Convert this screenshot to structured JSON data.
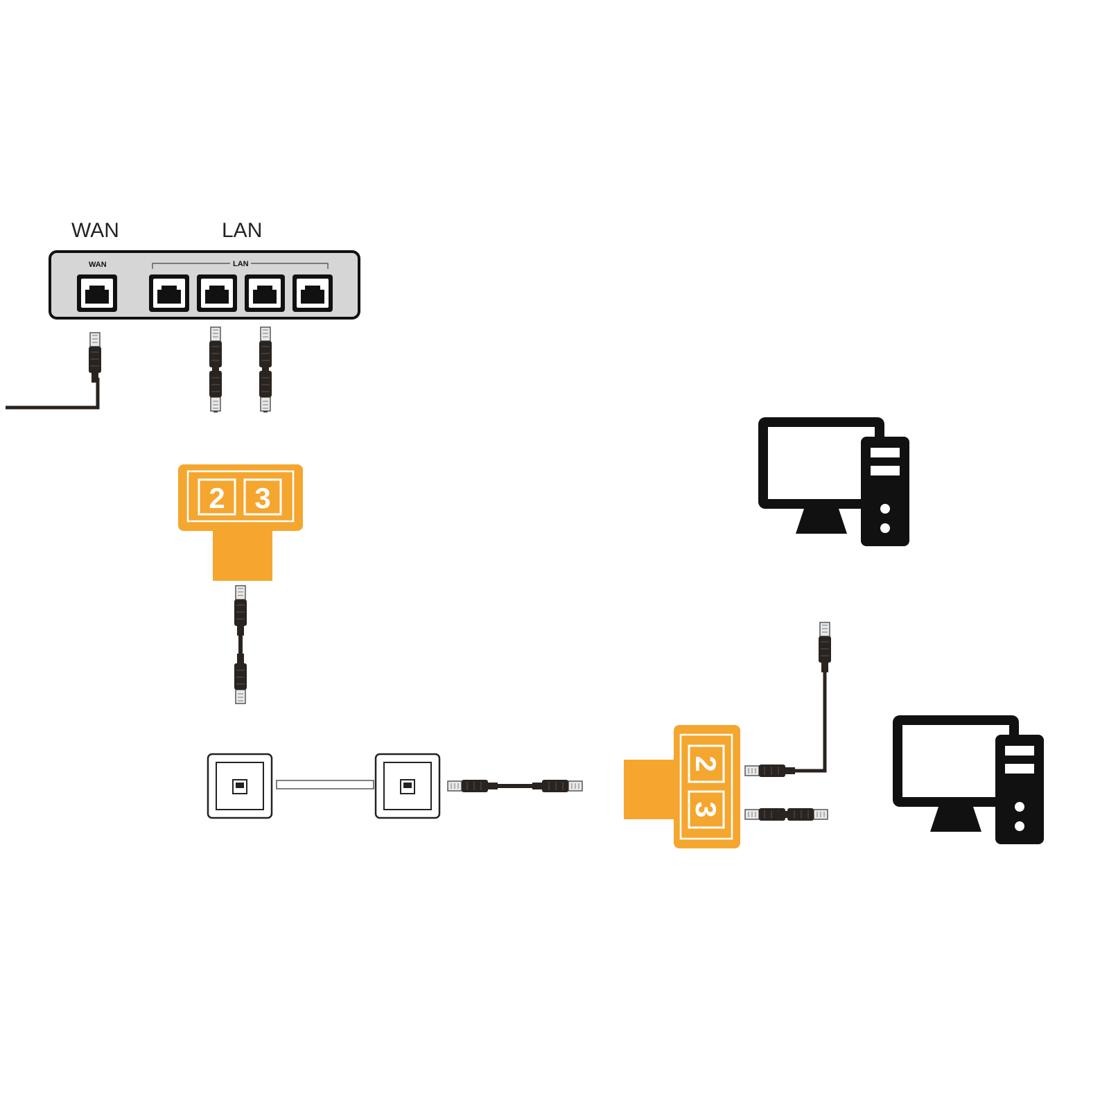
{
  "router": {
    "outer_wan_label": "WAN",
    "outer_lan_label": "LAN",
    "panel_wan_label": "WAN",
    "panel_lan_label": "LAN",
    "lan_port_count": 4
  },
  "splitter_top": {
    "port_labels": [
      "2",
      "3"
    ]
  },
  "splitter_bottom": {
    "port_labels": [
      "2",
      "3"
    ]
  },
  "colors": {
    "splitter": "#f5a62f",
    "cable": "#2a2420",
    "router_body": "#d6d6d6",
    "icon": "#111111"
  },
  "icons": [
    "router",
    "ethernet-splitter",
    "wall-jack",
    "desktop-computer"
  ]
}
